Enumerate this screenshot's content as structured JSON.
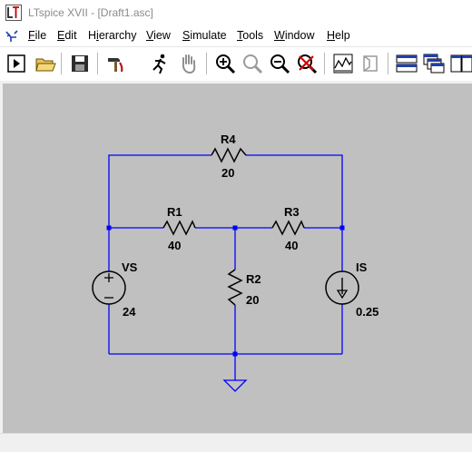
{
  "window": {
    "title": "LTspice XVII - [Draft1.asc]"
  },
  "menu": {
    "items": [
      {
        "accel": "F",
        "rest": "ile"
      },
      {
        "accel": "E",
        "rest": "dit"
      },
      {
        "prefix": "H",
        "accel": "i",
        "rest": "erarchy"
      },
      {
        "accel": "V",
        "rest": "iew"
      },
      {
        "accel": "S",
        "rest": "imulate"
      },
      {
        "accel": "T",
        "rest": "ools"
      },
      {
        "accel": "W",
        "rest": "indow"
      },
      {
        "accel": "H",
        "rest": "elp"
      }
    ]
  },
  "toolbar": {
    "buttons": [
      "run-icon",
      "open-folder-icon",
      "save-icon",
      "hammer-icon",
      "running-man-icon",
      "halt-hand-icon",
      "zoom-in-icon",
      "zoom-pan-icon",
      "zoom-out-icon",
      "zoom-cancel-icon",
      "waveform-icon",
      "open-symbol-icon",
      "tile-horizontal-icon",
      "cascade-icon",
      "tile-vertical-icon"
    ]
  },
  "schematic": {
    "background": "#c0c0c0",
    "wire_color": "#0000ff",
    "components": {
      "R4": {
        "name": "R4",
        "value": "20"
      },
      "R1": {
        "name": "R1",
        "value": "40"
      },
      "R3": {
        "name": "R3",
        "value": "40"
      },
      "R2": {
        "name": "R2",
        "value": "20"
      },
      "VS": {
        "name": "VS",
        "value": "24"
      },
      "IS": {
        "name": "IS",
        "value": "0.25"
      }
    }
  }
}
